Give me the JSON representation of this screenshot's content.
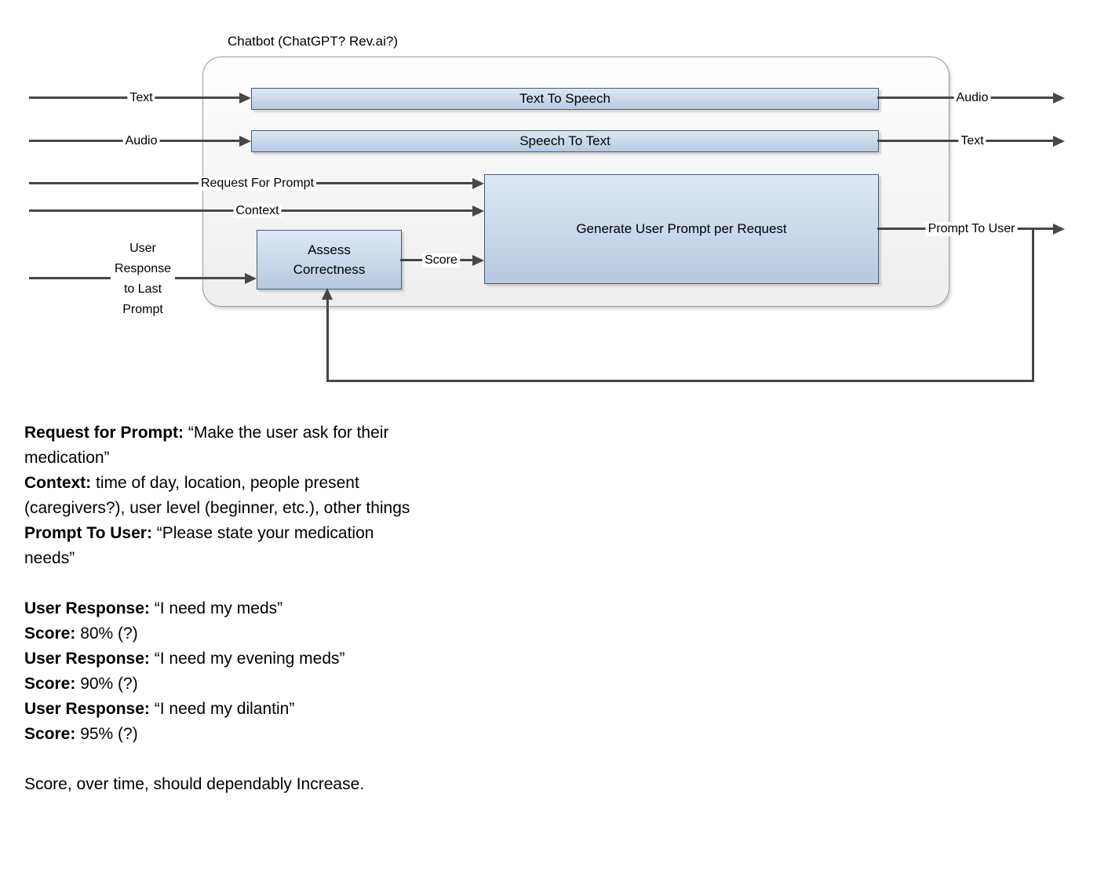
{
  "diagram": {
    "title": "Chatbot (ChatGPT? Rev.ai?)",
    "nodes": {
      "tts": "Text To Speech",
      "stt": "Speech To Text",
      "generate": "Generate User Prompt per Request",
      "assess": "Assess Correctness"
    },
    "inputs": {
      "text": "Text",
      "audio": "Audio",
      "request_for_prompt": "Request For Prompt",
      "context": "Context",
      "user_response_lines": [
        "User",
        "Response",
        "to Last",
        "Prompt"
      ]
    },
    "outputs": {
      "audio": "Audio",
      "text": "Text",
      "prompt_to_user": "Prompt To User"
    },
    "internal": {
      "score": "Score"
    },
    "colors": {
      "node_fill_top": "#dde7f3",
      "node_fill_bottom": "#b5c9e0",
      "node_border": "#4a5b6e",
      "container_border": "#9b9b9b",
      "line": "#474747"
    }
  },
  "notes": {
    "p1": [
      {
        "label": "Request for Prompt:",
        "text": " “Make the user ask for their medication”"
      },
      {
        "label": "Context:",
        "text": " time of day, location, people present (caregivers?), user level (beginner, etc.), other things"
      },
      {
        "label": "Prompt To User:",
        "text": " “Please state your medication needs”"
      }
    ],
    "p2": [
      {
        "label": "User Response:",
        "text": " “I need my meds”"
      },
      {
        "label": "Score:",
        "text": " 80% (?)"
      },
      {
        "label": "User Response:",
        "text": " “I need my evening meds”"
      },
      {
        "label": "Score:",
        "text": " 90% (?)"
      },
      {
        "label": "User Response:",
        "text": " “I need my dilantin”"
      },
      {
        "label": "Score:",
        "text": " 95% (?)"
      }
    ],
    "p3": "Score, over time, should dependably Increase."
  }
}
